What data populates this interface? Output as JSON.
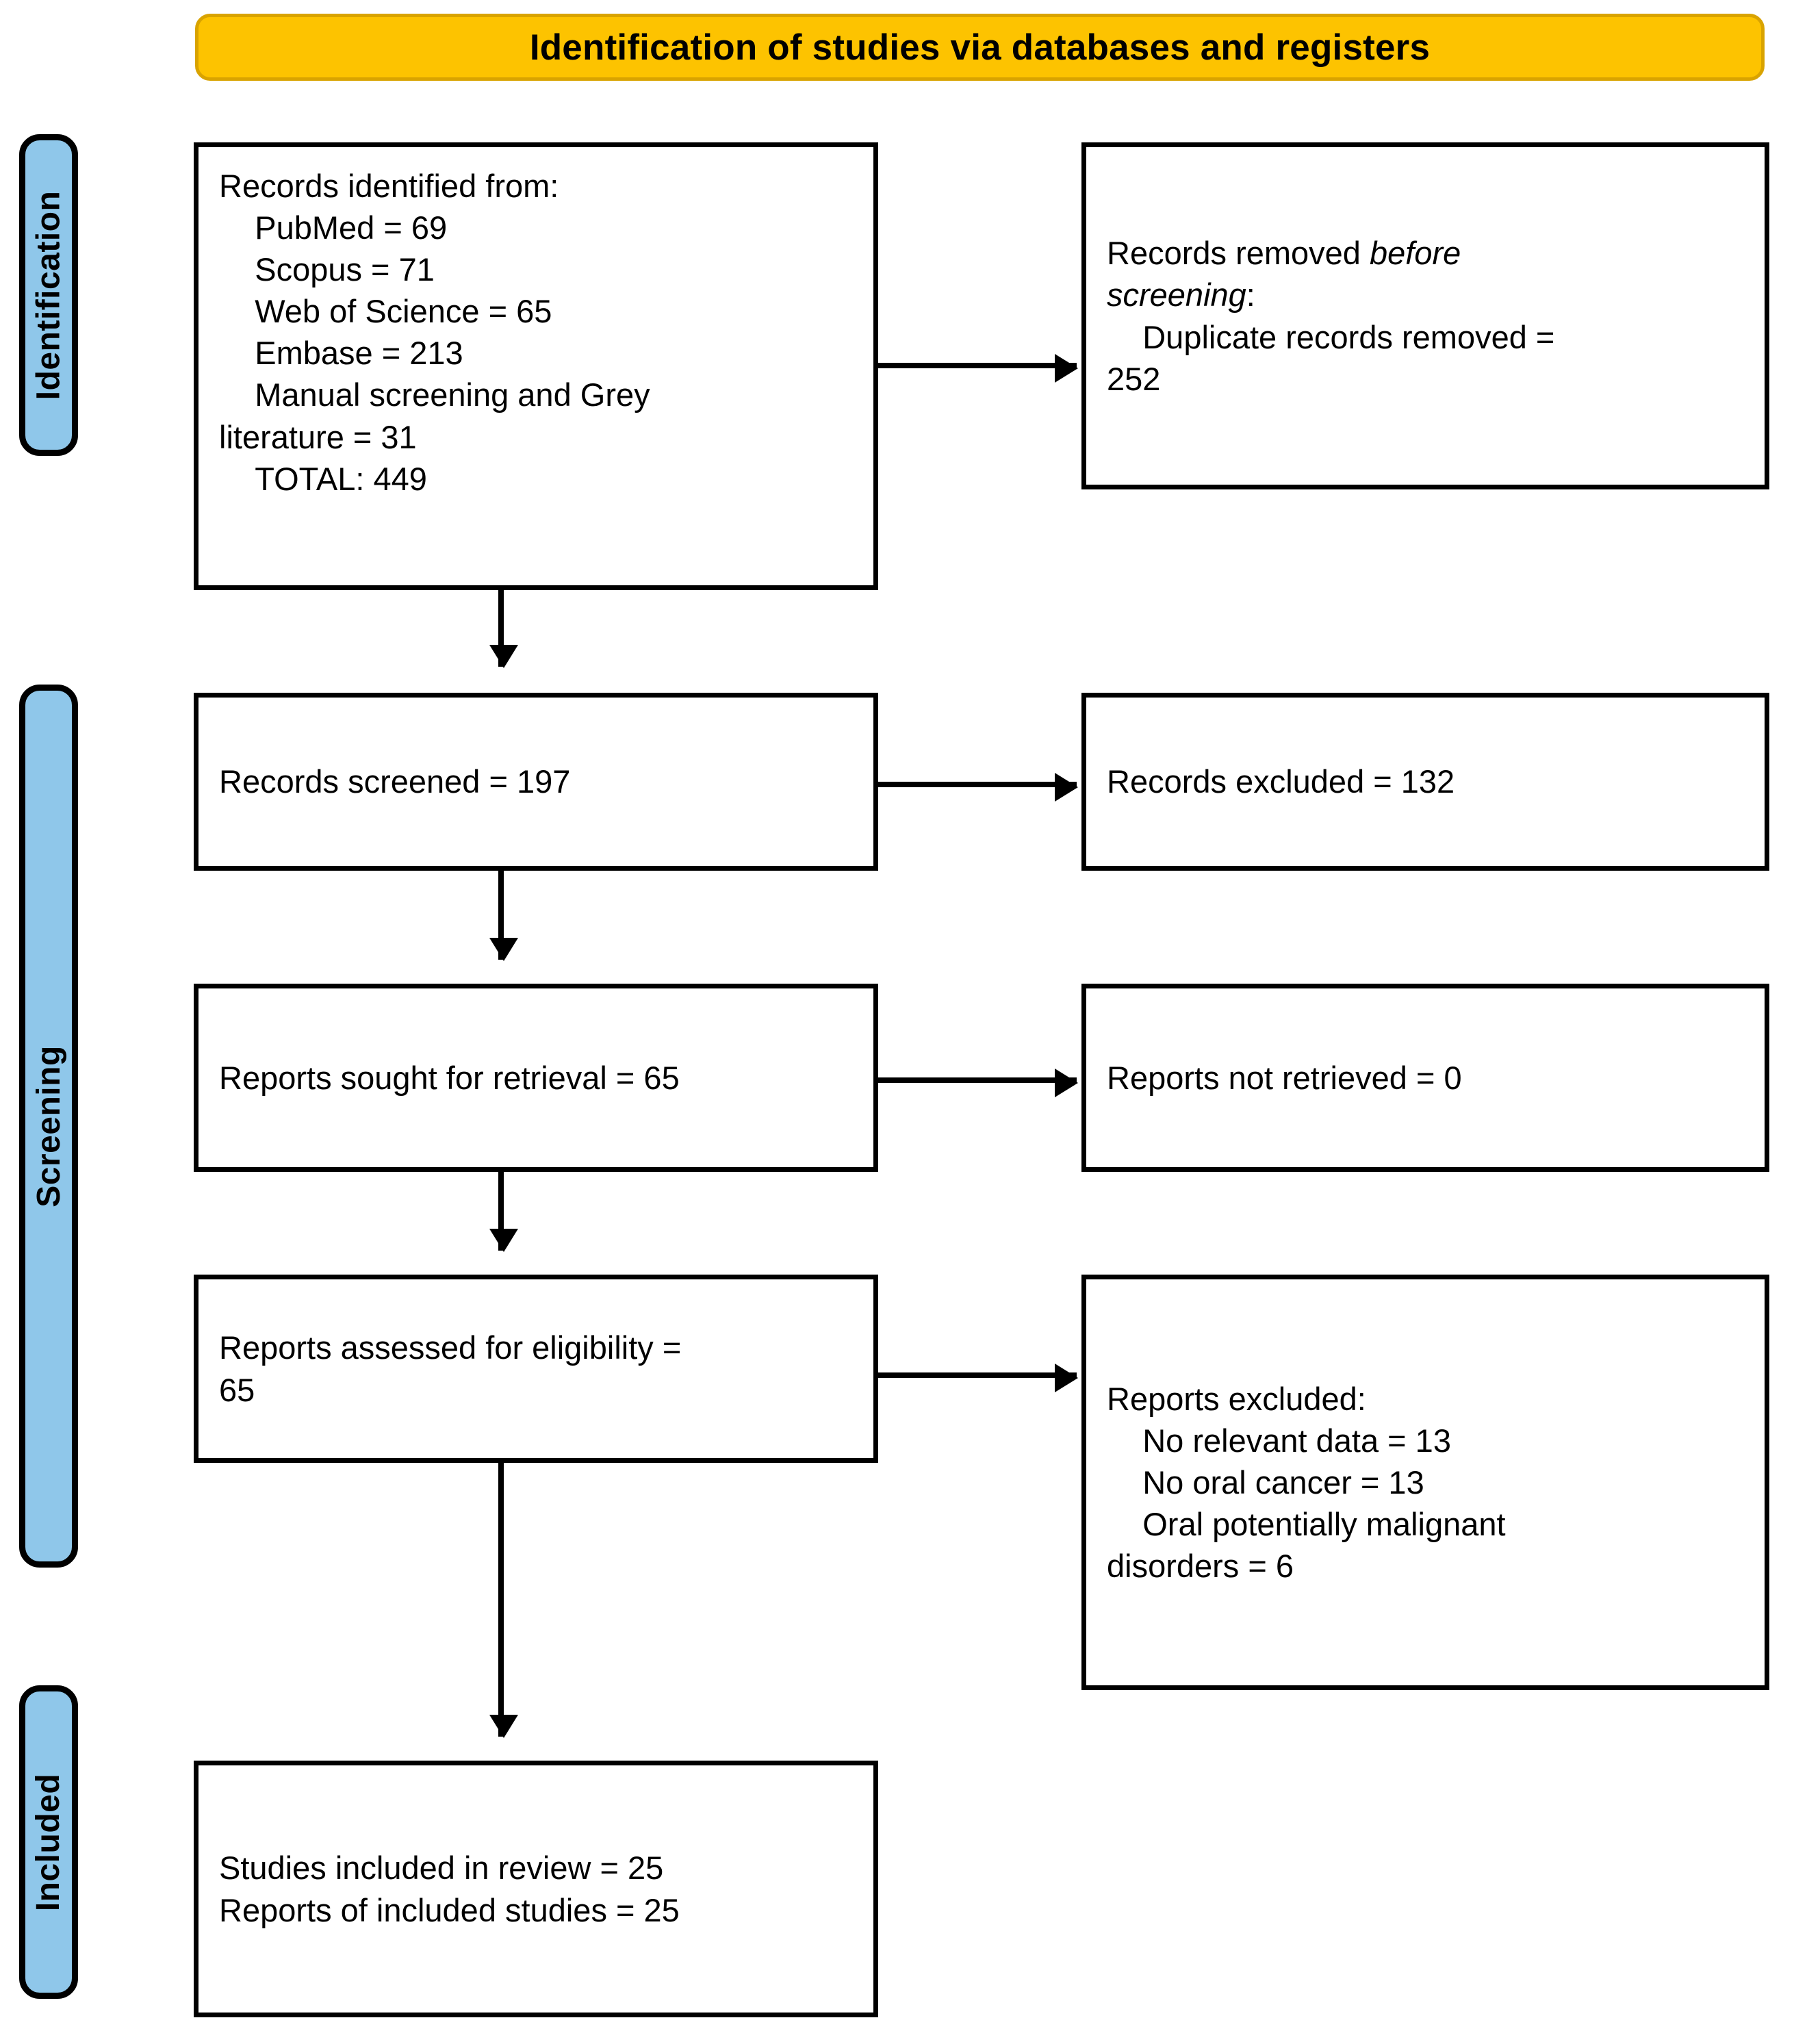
{
  "banner": {
    "title": "Identification of studies via databases and registers",
    "fill_color": "#FDC300",
    "border_color": "#D9A300"
  },
  "stages": {
    "pill_fill_color": "#8FC7EA",
    "identification": "Identification",
    "screening": "Screening",
    "included": "Included"
  },
  "boxes": {
    "identified": "Records identified from:\n    PubMed = 69\n    Scopus = 71\n    Web of Science = 65\n    Embase = 213\n    Manual screening and Grey\nliterature = 31\n    TOTAL: 449",
    "removed_prefix": "Records removed ",
    "removed_italic": "before\nscreening",
    "removed_suffix": ":\n    Duplicate records removed =\n252",
    "screened": "Records screened = 197",
    "excluded_records": "Records excluded = 132",
    "sought": "Reports sought for retrieval = 65",
    "not_retrieved": "Reports not retrieved = 0",
    "assessed": "Reports assessed for eligibility =\n65",
    "excluded_reports": "Reports excluded:\n    No relevant data = 13\n    No oral cancer = 13\n    Oral potentially malignant\ndisorders = 6",
    "included": "Studies included in review = 25\nReports of included studies = 25"
  }
}
